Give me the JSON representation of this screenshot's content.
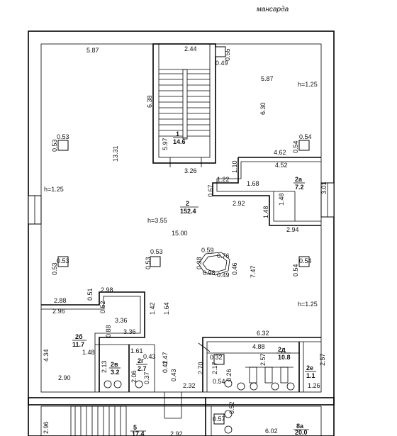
{
  "title": "мансарда",
  "heights": {
    "h_right_top": "h=1.25",
    "h_left": "h=1.25",
    "h_center": "h=3.55",
    "h_right_bottom": "h=1.25"
  },
  "rooms": [
    {
      "num": "1",
      "area": "14.6"
    },
    {
      "num": "2",
      "area": "152.4"
    },
    {
      "num": "2а",
      "area": "7.2"
    },
    {
      "num": "2б",
      "area": "11.7"
    },
    {
      "num": "2в",
      "area": "3.2"
    },
    {
      "num": "2г",
      "area": "2.7"
    },
    {
      "num": "2д",
      "area": "10.8"
    },
    {
      "num": "2е",
      "area": "1.1"
    },
    {
      "num": "5",
      "area": "17.4"
    },
    {
      "num": "8а",
      "area": "20.0"
    }
  ],
  "dims": {
    "d587a": "5.87",
    "d244": "2.44",
    "d055": "0.55",
    "d049a": "0.49",
    "d587b": "5.87",
    "d638": "6.38",
    "d630": "6.30",
    "d597": "5.97",
    "d1331": "13.31",
    "d053a": "0.53",
    "d053b": "0.53",
    "d054a": "0.54",
    "d054b": "0.54",
    "d462": "4.62",
    "d452": "4.52",
    "d326": "3.26",
    "d122": "1.22",
    "d110": "1.10",
    "d067": "0.67",
    "d168": "1.68",
    "d301": "3.01",
    "d292": "2.92",
    "d148a": "1.48",
    "d148b": "1.48",
    "d294": "2.94",
    "d1500": "15.00",
    "d053c": "0.53",
    "d053d": "0.53",
    "d053e": "0.53",
    "d053f": "0.53",
    "d059": "0.59",
    "d076": "0.76",
    "d038": "0.38",
    "d098": "0.98",
    "d049b": "0.49",
    "d046": "0.46",
    "d747": "7.47",
    "d054c": "0.54",
    "d054d": "0.54",
    "d288": "2.88",
    "d051": "0.51",
    "d298": "2.98",
    "d052": "0.52",
    "d296": "2.96",
    "d142": "1.42",
    "d164": "1.64",
    "d336a": "3.36",
    "d336b": "3.36",
    "d088": "0.88",
    "d632": "6.32",
    "d488": "4.88",
    "d257a": "2.57",
    "d257b": "2.57",
    "d434": "4.34",
    "d148c": "1.48",
    "d161": "1.61",
    "d043": "0.43",
    "d147": "1.47",
    "d213": "2.13",
    "d206": "2.06",
    "d037": "0.37",
    "d042": "0.42",
    "d043b": "0.43",
    "d270": "2.70",
    "d032": "0.32",
    "d217": "2.17",
    "d026": "0.26",
    "d054e": "0.54",
    "d290": "2.90",
    "d232": "2.32",
    "d057": "0.57",
    "d052b": "0.52",
    "d126": "1.26",
    "d296b": "2.96",
    "d602": "6.02",
    "d292b": "2.92"
  }
}
